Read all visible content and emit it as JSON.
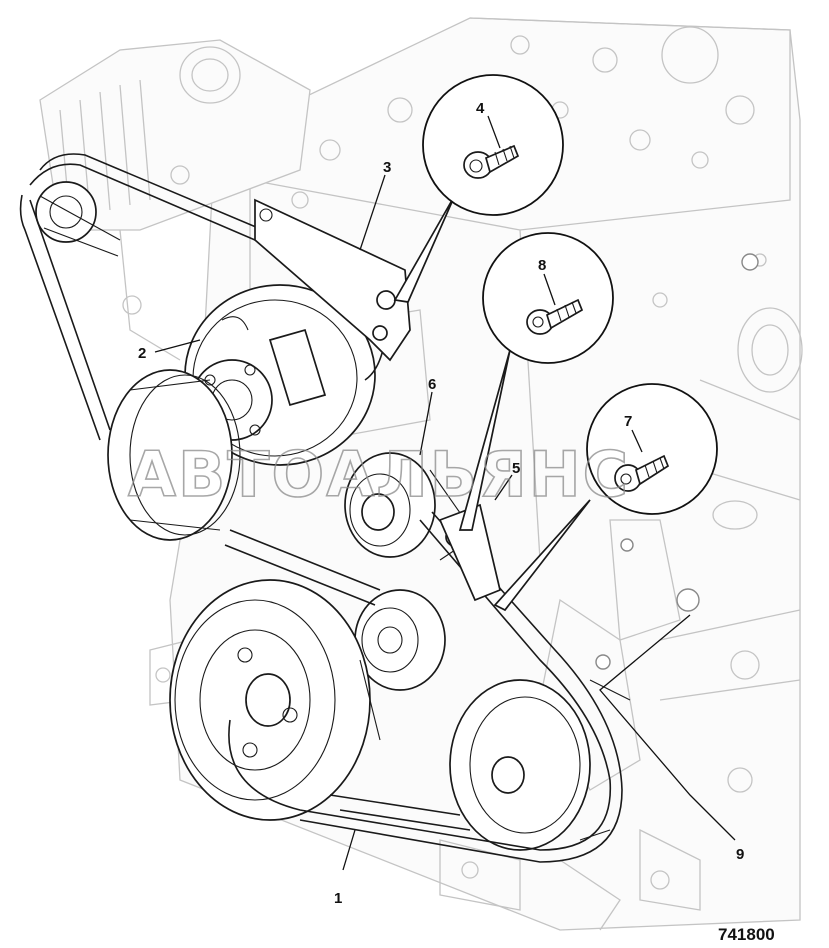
{
  "diagram": {
    "callouts": [
      {
        "id": "1",
        "label": "1"
      },
      {
        "id": "2",
        "label": "2"
      },
      {
        "id": "3",
        "label": "3"
      },
      {
        "id": "4",
        "label": "4"
      },
      {
        "id": "5",
        "label": "5"
      },
      {
        "id": "6",
        "label": "6"
      },
      {
        "id": "7",
        "label": "7"
      },
      {
        "id": "8",
        "label": "8"
      },
      {
        "id": "9",
        "label": "9"
      }
    ],
    "figure_number": "741800",
    "watermark": "АВТОАЛЬЯНС"
  },
  "colors": {
    "ink": "#111111",
    "engine_outline": "#c4c4c4",
    "watermark": "#8a8a8a",
    "background": "#ffffff"
  }
}
